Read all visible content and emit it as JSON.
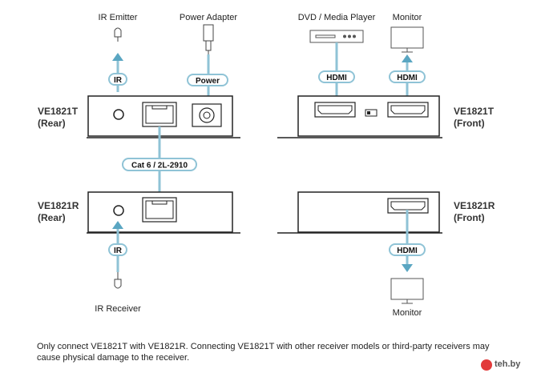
{
  "labels": {
    "ir_emitter": "IR Emitter",
    "power_adapter": "Power Adapter",
    "dvd_player": "DVD / Media Player",
    "monitor_top": "Monitor",
    "ir_receiver": "IR Receiver",
    "monitor_bottom": "Monitor"
  },
  "devices": {
    "tx_rear_name": "VE1821T",
    "tx_rear_side": "(Rear)",
    "tx_front_name": "VE1821T",
    "tx_front_side": "(Front)",
    "rx_rear_name": "VE1821R",
    "rx_rear_side": "(Rear)",
    "rx_front_name": "VE1821R",
    "rx_front_side": "(Front)"
  },
  "pills": {
    "ir_top": "IR",
    "power": "Power",
    "hdmi_in": "HDMI",
    "hdmi_out": "HDMI",
    "cat6": "Cat 6 / 2L-2910",
    "ir_bottom": "IR",
    "hdmi_rx": "HDMI"
  },
  "note": "Only connect VE1821T with VE1821R. Connecting VE1821T with other receiver models or third-party receivers may cause physical damage to the receiver.",
  "watermark": "teh.by",
  "colors": {
    "cable": "#8fc3d6",
    "arrow": "#5aa6c2",
    "outline": "#222222"
  }
}
